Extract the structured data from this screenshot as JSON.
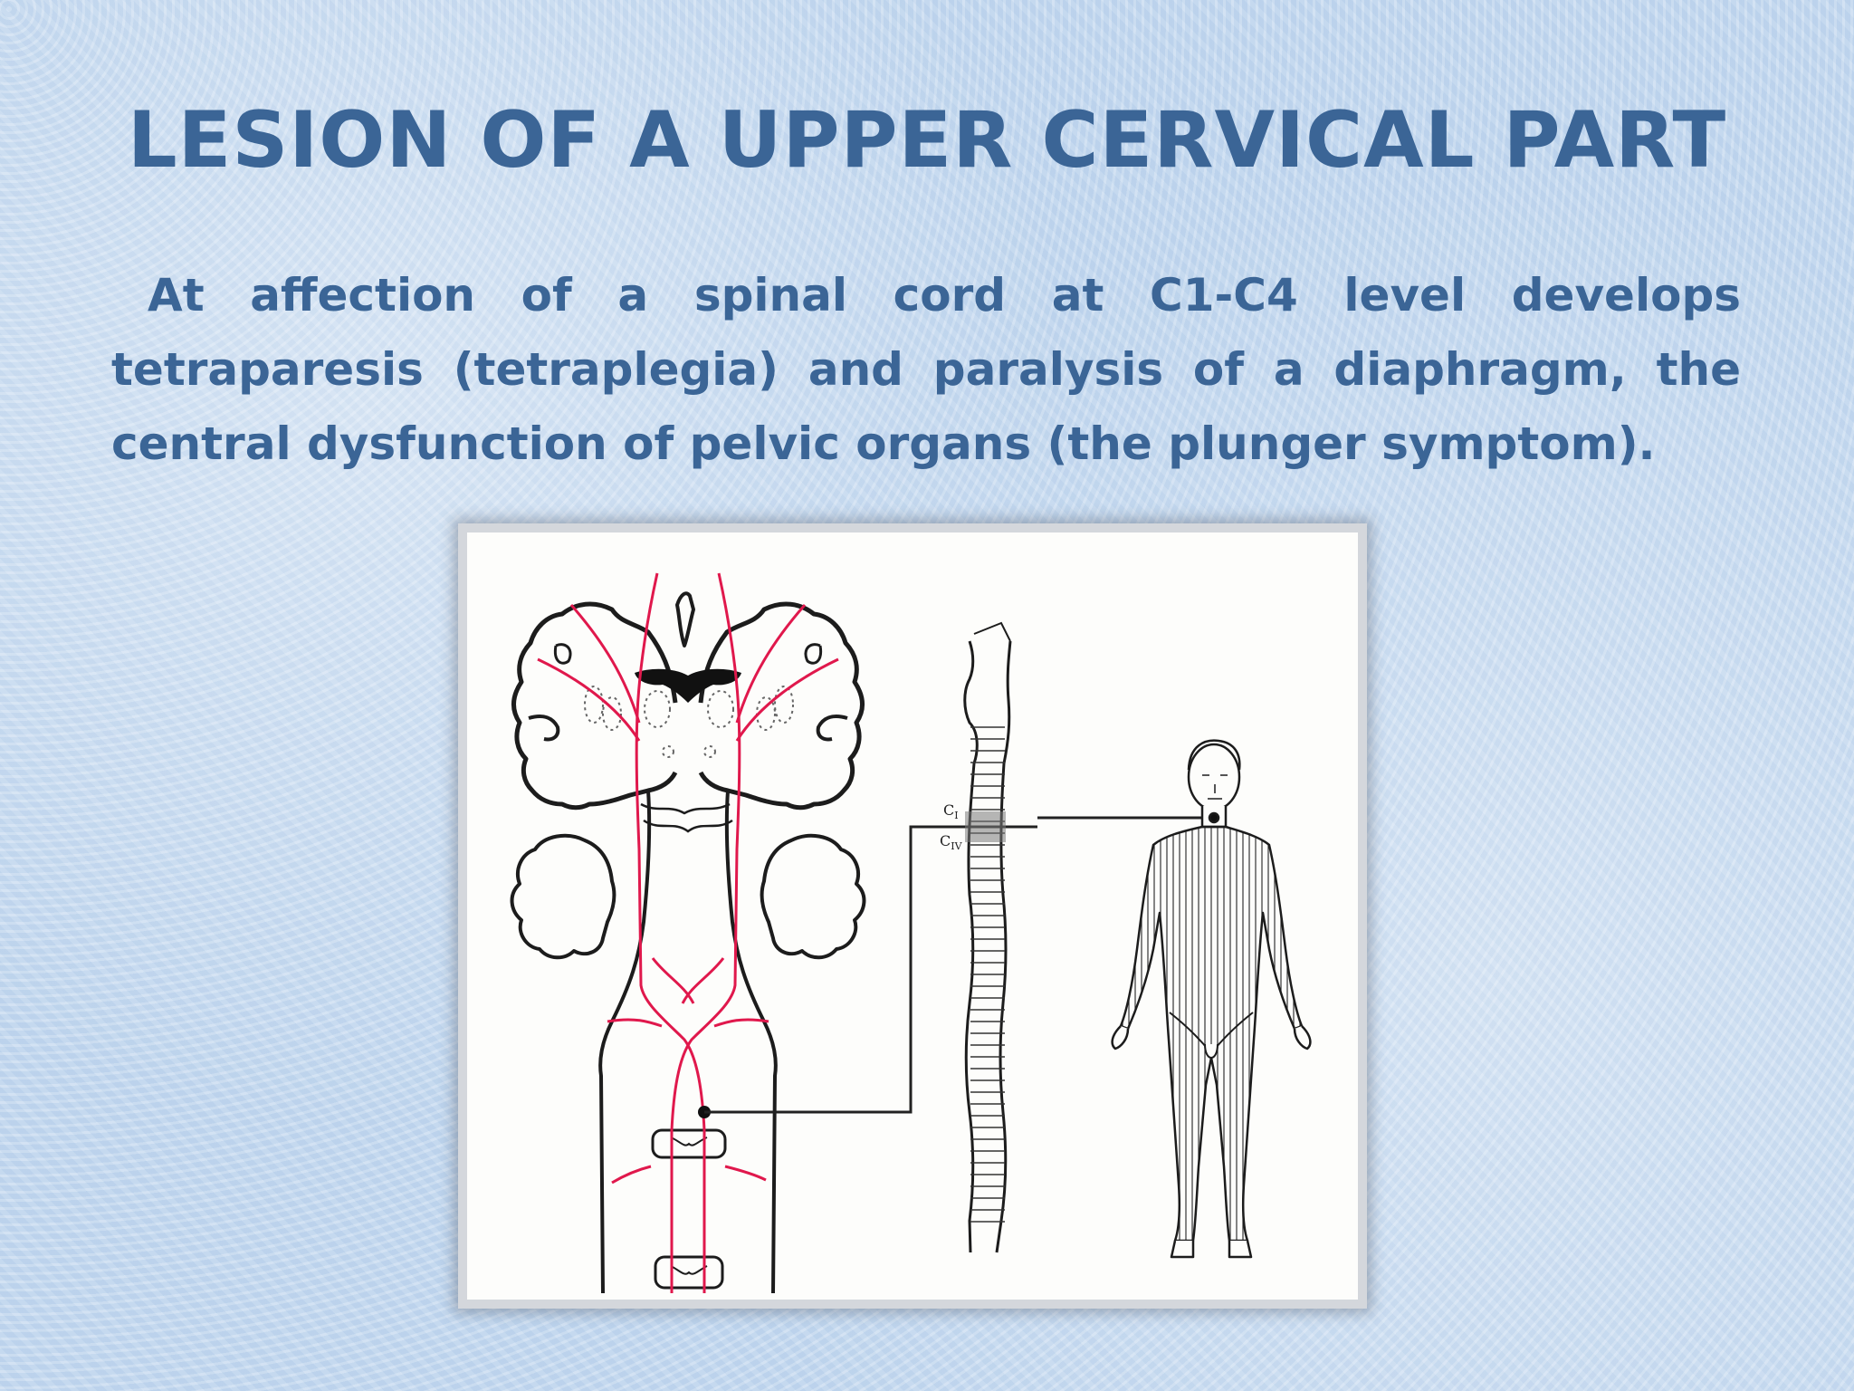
{
  "slide": {
    "title": "LESION OF A UPPER CERVICAL PART",
    "body": "At affection of a spinal cord at C1-C4 level develops tetraparesis (tetraplegia) and paralysis of a diaphragm, the central dysfunction of pelvic organs (the plunger symptom)."
  },
  "figure": {
    "label_c1": "C",
    "label_c1_sub": "I",
    "label_c4": "C",
    "label_c4_sub": "IV"
  },
  "colors": {
    "text": "#3b6596",
    "tract": "#e0184c",
    "line": "#222222"
  }
}
